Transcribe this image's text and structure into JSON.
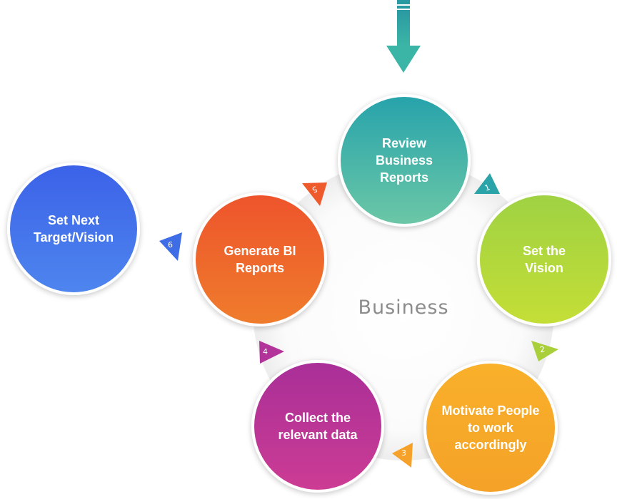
{
  "center_label": "Business",
  "nodes": {
    "review": "Review\nBusiness\nReports",
    "vision": "Set the\nVision",
    "motivate": "Motivate People\nto work\naccordingly",
    "collect": "Collect the\nrelevant data",
    "generate": "Generate BI\nReports",
    "next": "Set Next\nTarget/Vision"
  },
  "steps": [
    "1",
    "2",
    "3",
    "4",
    "5",
    "6"
  ],
  "colors": {
    "teal": "#2aa3a9",
    "green": "#a9cf3a",
    "orange": "#f6a22a",
    "magenta": "#b2339a",
    "red_orange": "#ee5a2c",
    "blue": "#3f6de6"
  }
}
